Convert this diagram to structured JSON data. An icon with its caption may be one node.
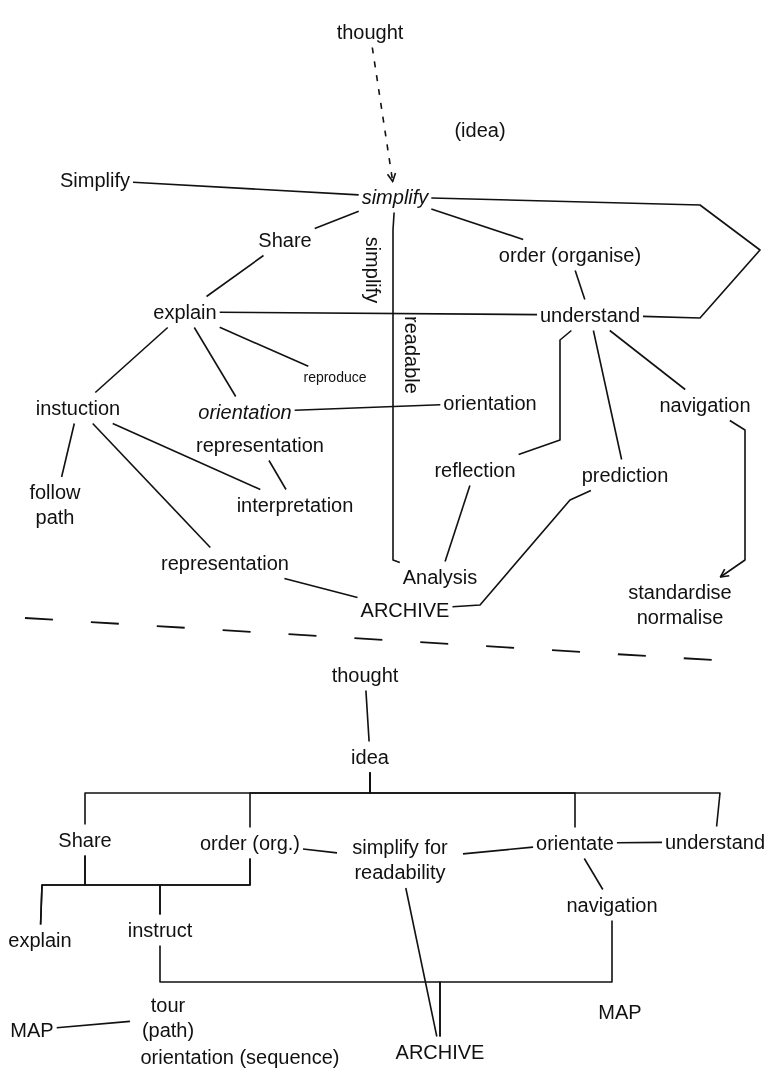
{
  "diagram": {
    "nodes": [
      {
        "text": [
          "thought"
        ]
      },
      {
        "text": [
          "(idea)"
        ]
      },
      {
        "text": [
          "Simplify"
        ]
      },
      {
        "text": [
          "simplify"
        ]
      },
      {
        "text": [
          "Share"
        ]
      },
      {
        "text": [
          "order (organise)"
        ]
      },
      {
        "text": [
          "simplify"
        ]
      },
      {
        "text": [
          "readable"
        ]
      },
      {
        "text": [
          "explain"
        ]
      },
      {
        "text": [
          "understand"
        ]
      },
      {
        "text": [
          "reproduce"
        ]
      },
      {
        "text": [
          "instuction"
        ]
      },
      {
        "text": [
          "orientation"
        ]
      },
      {
        "text": [
          "orientation"
        ]
      },
      {
        "text": [
          "navigation"
        ]
      },
      {
        "text": [
          "representation"
        ]
      },
      {
        "text": [
          "reflection"
        ]
      },
      {
        "text": [
          "prediction"
        ]
      },
      {
        "text": [
          "follow path"
        ]
      },
      {
        "text": [
          "interpretation"
        ]
      },
      {
        "text": [
          "representation"
        ]
      },
      {
        "text": [
          "Analysis"
        ]
      },
      {
        "text": [
          "ARCHIVE"
        ]
      },
      {
        "text": [
          "standardise normalise"
        ]
      },
      {
        "text": [
          "thought"
        ]
      },
      {
        "text": [
          "idea"
        ]
      },
      {
        "text": [
          "Share"
        ]
      },
      {
        "text": [
          "order (org.)"
        ]
      },
      {
        "text": [
          "simplify for readability"
        ]
      },
      {
        "text": [
          "orientate"
        ]
      },
      {
        "text": [
          "understand"
        ]
      },
      {
        "text": [
          "explain"
        ]
      },
      {
        "text": [
          "instruct"
        ]
      },
      {
        "text": [
          "navigation"
        ]
      },
      {
        "text": [
          "tour (path)"
        ]
      },
      {
        "text": [
          "MAP"
        ]
      },
      {
        "text": [
          "orientation (sequence)"
        ]
      },
      {
        "text": [
          "ARCHIVE"
        ]
      },
      {
        "text": [
          "MAP"
        ]
      }
    ],
    "edges": [
      {
        "from": 0,
        "to": 3,
        "arrow": "to",
        "style": "dashed"
      },
      {
        "from": 2,
        "to": 3,
        "arrow": "none"
      },
      {
        "from": 3,
        "to": 4,
        "arrow": "none"
      },
      {
        "from": 3,
        "to": 5,
        "arrow": "none"
      },
      {
        "from": 3,
        "to": 9,
        "arrow": "none"
      },
      {
        "from": 3,
        "to": 21,
        "arrow": "none"
      },
      {
        "from": 4,
        "to": 8,
        "arrow": "none"
      },
      {
        "from": 5,
        "to": 9,
        "arrow": "none"
      },
      {
        "from": 8,
        "to": 9,
        "arrow": "none"
      },
      {
        "from": 8,
        "to": 11,
        "arrow": "none"
      },
      {
        "from": 8,
        "to": 12,
        "arrow": "none"
      },
      {
        "from": 8,
        "to": 10,
        "arrow": "none"
      },
      {
        "from": 12,
        "to": 13,
        "arrow": "none"
      },
      {
        "from": 9,
        "to": 16,
        "arrow": "none"
      },
      {
        "from": 9,
        "to": 17,
        "arrow": "none"
      },
      {
        "from": 9,
        "to": 14,
        "arrow": "none"
      },
      {
        "from": 14,
        "to": 23,
        "arrow": "to"
      },
      {
        "from": 11,
        "to": 18,
        "arrow": "none"
      },
      {
        "from": 11,
        "to": 19,
        "arrow": "none"
      },
      {
        "from": 11,
        "to": 20,
        "arrow": "none"
      },
      {
        "from": 15,
        "to": 19,
        "arrow": "none"
      },
      {
        "from": 16,
        "to": 21,
        "arrow": "none"
      },
      {
        "from": 17,
        "to": 22,
        "arrow": "none"
      },
      {
        "from": 20,
        "to": 22,
        "arrow": "none"
      },
      {
        "from": 24,
        "to": 25,
        "arrow": "none"
      },
      {
        "from": 25,
        "to": 26,
        "arrow": "none"
      },
      {
        "from": 25,
        "to": 27,
        "arrow": "none"
      },
      {
        "from": 25,
        "to": 29,
        "arrow": "none"
      },
      {
        "from": 25,
        "to": 30,
        "arrow": "none"
      },
      {
        "from": 26,
        "to": 31,
        "arrow": "none"
      },
      {
        "from": 26,
        "to": 32,
        "arrow": "none"
      },
      {
        "from": 27,
        "to": 31,
        "arrow": "none"
      },
      {
        "from": 27,
        "to": 32,
        "arrow": "none"
      },
      {
        "from": 27,
        "to": 28,
        "arrow": "none"
      },
      {
        "from": 29,
        "to": 28,
        "arrow": "none"
      },
      {
        "from": 29,
        "to": 33,
        "arrow": "none"
      },
      {
        "from": 30,
        "to": 29,
        "arrow": "none"
      },
      {
        "from": 32,
        "to": 37,
        "arrow": "none"
      },
      {
        "from": 28,
        "to": 37,
        "arrow": "none"
      },
      {
        "from": 33,
        "to": 37,
        "arrow": "none"
      },
      {
        "from": 35,
        "to": 34,
        "arrow": "none"
      }
    ]
  }
}
